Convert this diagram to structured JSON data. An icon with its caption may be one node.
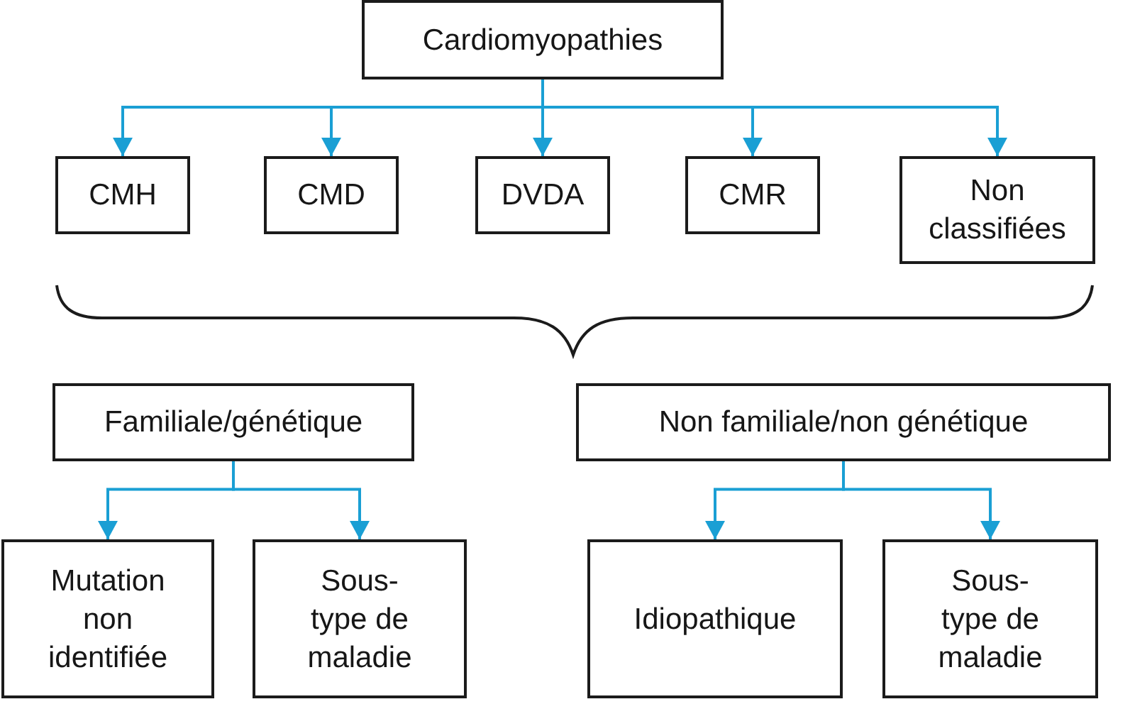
{
  "diagram": {
    "nodes": [
      {
        "text": [
          "Cardiomyopathies"
        ]
      },
      {
        "text": [
          "CMH"
        ]
      },
      {
        "text": [
          "CMD"
        ]
      },
      {
        "text": [
          "DVDA"
        ]
      },
      {
        "text": [
          "CMR"
        ]
      },
      {
        "text": [
          "Non classifiées"
        ]
      },
      {
        "text": [
          "Familiale/génétique"
        ]
      },
      {
        "text": [
          "Non familiale/non génétique"
        ]
      },
      {
        "text": [
          "Mutation non identifiée"
        ]
      },
      {
        "text": [
          "Sous-type de maladie"
        ]
      },
      {
        "text": [
          "Idiopathique"
        ]
      },
      {
        "text": [
          "Sous-type de maladie"
        ]
      }
    ],
    "edges": [
      {
        "from": 0,
        "to": 1,
        "arrow": "to"
      },
      {
        "from": 0,
        "to": 2,
        "arrow": "to"
      },
      {
        "from": 0,
        "to": 3,
        "arrow": "to"
      },
      {
        "from": 0,
        "to": 4,
        "arrow": "to"
      },
      {
        "from": 0,
        "to": 5,
        "arrow": "to"
      },
      {
        "from": 6,
        "to": 8,
        "arrow": "to"
      },
      {
        "from": 6,
        "to": 9,
        "arrow": "to"
      },
      {
        "from": 7,
        "to": 10,
        "arrow": "to"
      },
      {
        "from": 7,
        "to": 11,
        "arrow": "to"
      }
    ]
  }
}
